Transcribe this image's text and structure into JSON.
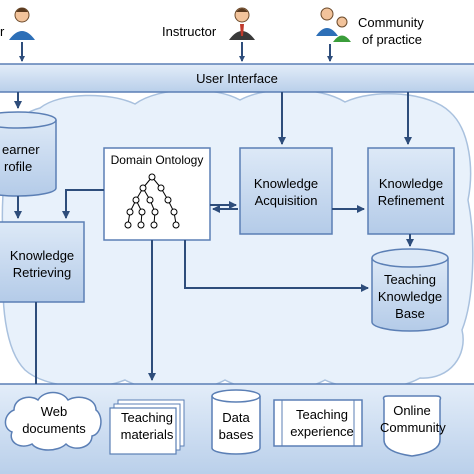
{
  "actors": {
    "learner": "r",
    "instructor": "Instructor",
    "community_line1": "Community",
    "community_line2": "of practice"
  },
  "user_interface": "User Interface",
  "boxes": {
    "learner_profile_line1": "earner",
    "learner_profile_line2": "rofile",
    "domain_ontology": "Domain Ontology",
    "knowledge_acquisition_line1": "Knowledge",
    "knowledge_acquisition_line2": "Acquisition",
    "knowledge_refinement_line1": "Knowledge",
    "knowledge_refinement_line2": "Refinement",
    "knowledge_retrieving_line1": "Knowledge",
    "knowledge_retrieving_line2": "Retrieving",
    "teaching_kb_line1": "Teaching",
    "teaching_kb_line2": "Knowledge",
    "teaching_kb_line3": "Base"
  },
  "resources": {
    "web_documents_line1": "Web",
    "web_documents_line2": "documents",
    "teaching_materials_line1": "Teaching",
    "teaching_materials_line2": "materials",
    "data_bases_line1": "Data",
    "data_bases_line2": "bases",
    "teaching_experience_line1": "Teaching",
    "teaching_experience_line2": "experience",
    "online_community_line1": "Online",
    "online_community_line2": "Community"
  },
  "colors": {
    "box_fill": "#c6d9f1",
    "box_border": "#5b7fb5",
    "bar_fill": "#c6d9f1",
    "cloud_fill": "#e8f1fb",
    "arrow": "#2e4d7b"
  }
}
